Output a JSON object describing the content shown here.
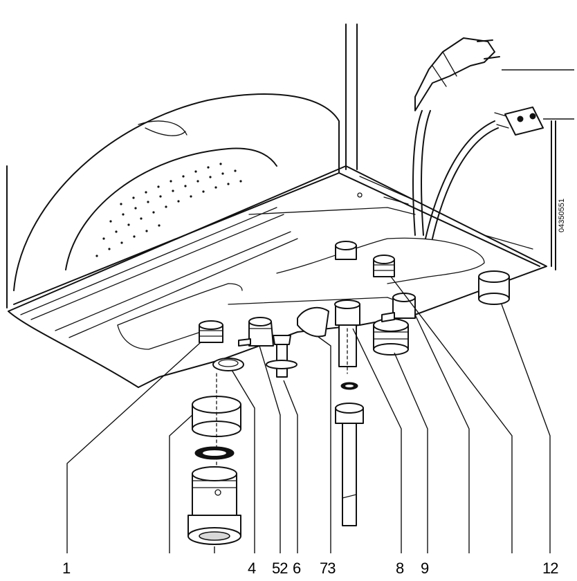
{
  "diagram": {
    "reference_code": "04350551",
    "callouts": [
      {
        "id": "c1",
        "label": "1"
      },
      {
        "id": "c4",
        "label": "4"
      },
      {
        "id": "c52",
        "label": "52"
      },
      {
        "id": "c6",
        "label": "6"
      },
      {
        "id": "c73",
        "label": "73"
      },
      {
        "id": "c8",
        "label": "8"
      },
      {
        "id": "c9",
        "label": "9"
      },
      {
        "id": "c12",
        "label": "12"
      }
    ]
  }
}
